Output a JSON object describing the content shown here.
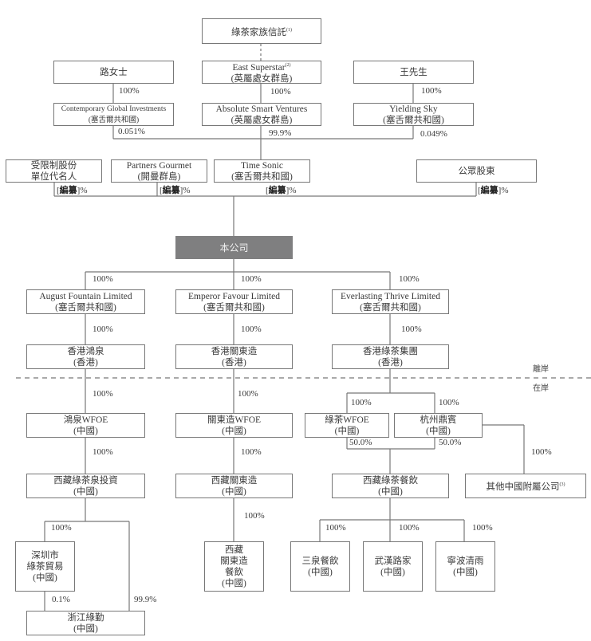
{
  "title": "Corporate structure chart",
  "entities": {
    "family_trust": {
      "name": "綠茶家族信託",
      "note": "(1)"
    },
    "ms_lu": {
      "name": "路女士"
    },
    "east_superstar": {
      "name": "East Superstar",
      "note": "(2)",
      "jurisdiction": "(英屬處女群島)"
    },
    "mr_wang": {
      "name": "王先生"
    },
    "contemporary_global": {
      "name": "Contemporary Global Investments",
      "jurisdiction": "(塞舌爾共和國)"
    },
    "absolute_smart": {
      "name": "Absolute Smart Ventures",
      "jurisdiction": "(英屬處女群島)"
    },
    "yielding_sky": {
      "name": "Yielding Sky",
      "jurisdiction": "(塞舌爾共和國)"
    },
    "rsu_nominee": {
      "line1": "受限制股份",
      "line2": "單位代名人"
    },
    "partners_gourmet": {
      "name": "Partners Gourmet",
      "jurisdiction": "(開曼群島)"
    },
    "time_sonic": {
      "name": "Time Sonic",
      "jurisdiction": "(塞舌爾共和國)"
    },
    "public": {
      "name": "公眾股東"
    },
    "company": {
      "name": "本公司"
    },
    "august_fountain": {
      "name": "August Fountain Limited",
      "jurisdiction": "(塞舌爾共和國)"
    },
    "emperor_favour": {
      "name": "Emperor Favour Limited",
      "jurisdiction": "(塞舌爾共和國)"
    },
    "everlasting_thrive": {
      "name": "Everlasting Thrive Limited",
      "jurisdiction": "(塞舌爾共和國)"
    },
    "hk_hongquan": {
      "name": "香港鴻泉",
      "jurisdiction": "(香港)"
    },
    "hk_guandongzao": {
      "name": "香港關東造",
      "jurisdiction": "(香港)"
    },
    "hk_greentea_group": {
      "name": "香港綠茶集團",
      "jurisdiction": "(香港)"
    },
    "hongquan_wfoe": {
      "name": "鴻泉WFOE",
      "jurisdiction": "(中國)"
    },
    "guandongzao_wfoe": {
      "name": "關東造WFOE",
      "jurisdiction": "(中國)"
    },
    "greentea_wfoe": {
      "name": "綠茶WFOE",
      "jurisdiction": "(中國)"
    },
    "hangzhou_dingbin": {
      "name": "杭州鼎賓",
      "jurisdiction": "(中國)"
    },
    "tibet_quan_invest": {
      "name": "西藏綠茶泉投資",
      "jurisdiction": "(中國)"
    },
    "tibet_guandongzao": {
      "name": "西藏關東造",
      "jurisdiction": "(中國)"
    },
    "tibet_greentea_catering": {
      "name": "西藏綠茶餐飲",
      "jurisdiction": "(中國)"
    },
    "other_prc_subs": {
      "name": "其他中國附屬公司",
      "note": "(3)"
    },
    "shenzhen_trading": {
      "line1": "深圳市",
      "line2": "綠茶貿易",
      "jurisdiction": "(中國)"
    },
    "tibet_gdz_catering": {
      "line1": "西藏",
      "line2": "關東造",
      "line3": "餐飲",
      "jurisdiction": "(中國)"
    },
    "sanquan": {
      "name": "三泉餐飲",
      "jurisdiction": "(中國)"
    },
    "wuhan_lujia": {
      "name": "武漢路家",
      "jurisdiction": "(中國)"
    },
    "ningbo_qingyu": {
      "name": "寧波清雨",
      "jurisdiction": "(中國)"
    },
    "zhejiang_lvqin": {
      "name": "浙江綠勤",
      "jurisdiction": "(中國)"
    }
  },
  "percentages": {
    "lu_to_cgi": "100%",
    "es_to_asv": "100%",
    "wang_to_ys": "100%",
    "cgi_share": "0.051%",
    "asv_share": "99.9%",
    "ys_share": "0.049%",
    "redacted_mark": "編纂",
    "redacted_open": "[",
    "redacted_close": "]%",
    "co_to_af": "100%",
    "co_to_ef": "100%",
    "co_to_et": "100%",
    "af_to_hk": "100%",
    "ef_to_hk": "100%",
    "et_to_hk": "100%",
    "hk_to_hqwfoe": "100%",
    "hk_to_gdzwfoe": "100%",
    "hk_to_gtwfoe": "100%",
    "hk_to_hzdb": "100%",
    "gtwfoe_to_tibet": "50.0%",
    "hzdb_to_tibet": "50.0%",
    "hzdb_to_other": "100%",
    "hqwfoe_to_tibet": "100%",
    "gdzwfoe_to_tibet": "100%",
    "tibetgdz_to_catering": "100%",
    "tibetquan_to_sz": "100%",
    "catering_to_sanquan": "100%",
    "catering_to_wuhan": "100%",
    "catering_to_ningbo": "100%",
    "sz_to_zj": "0.1%",
    "tibetquan_to_zj": "99.9%"
  },
  "zones": {
    "offshore": "離岸",
    "onshore": "在岸"
  }
}
